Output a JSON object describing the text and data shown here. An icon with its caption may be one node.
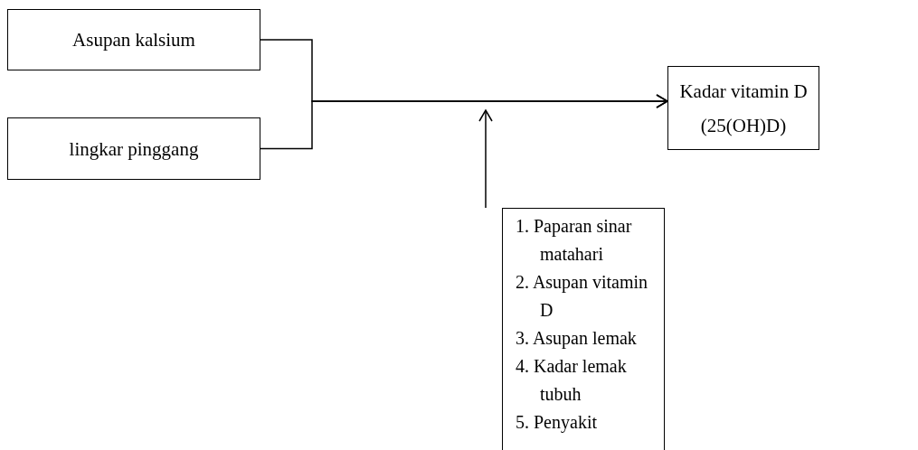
{
  "diagram": {
    "nodes": [
      {
        "text": [
          "Asupan kalsium"
        ]
      },
      {
        "text": [
          "lingkar pinggang"
        ]
      },
      {
        "text": [
          "Kadar vitamin D (25(OH)D)"
        ]
      },
      {
        "text": [
          "1. Paparan sinar matahari",
          "2. Asupan vitamin D",
          "3. Asupan lemak",
          "4. Kadar lemak tubuh",
          "5. Penyakit"
        ]
      }
    ],
    "edges": [
      {
        "from": 0,
        "to": 2,
        "arrow": "to"
      },
      {
        "from": 1,
        "to": 2,
        "arrow": "to"
      },
      {
        "from": 3,
        "to": null,
        "arrow": "to"
      }
    ]
  }
}
